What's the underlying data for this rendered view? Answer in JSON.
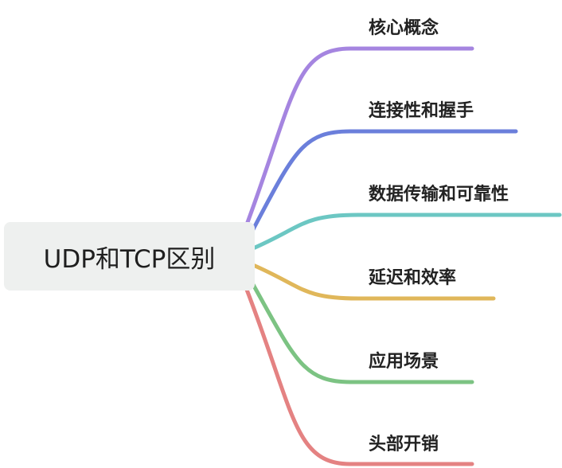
{
  "root": {
    "label": "UDP和TCP区别"
  },
  "branches": [
    {
      "label": "核心概念",
      "color": "#a585e0"
    },
    {
      "label": "连接性和握手",
      "color": "#6b7fdb"
    },
    {
      "label": "数据传输和可靠性",
      "color": "#6cc7c3"
    },
    {
      "label": "延迟和效率",
      "color": "#e0b75a"
    },
    {
      "label": "应用场景",
      "color": "#7cc383"
    },
    {
      "label": "头部开销",
      "color": "#e48282"
    }
  ]
}
